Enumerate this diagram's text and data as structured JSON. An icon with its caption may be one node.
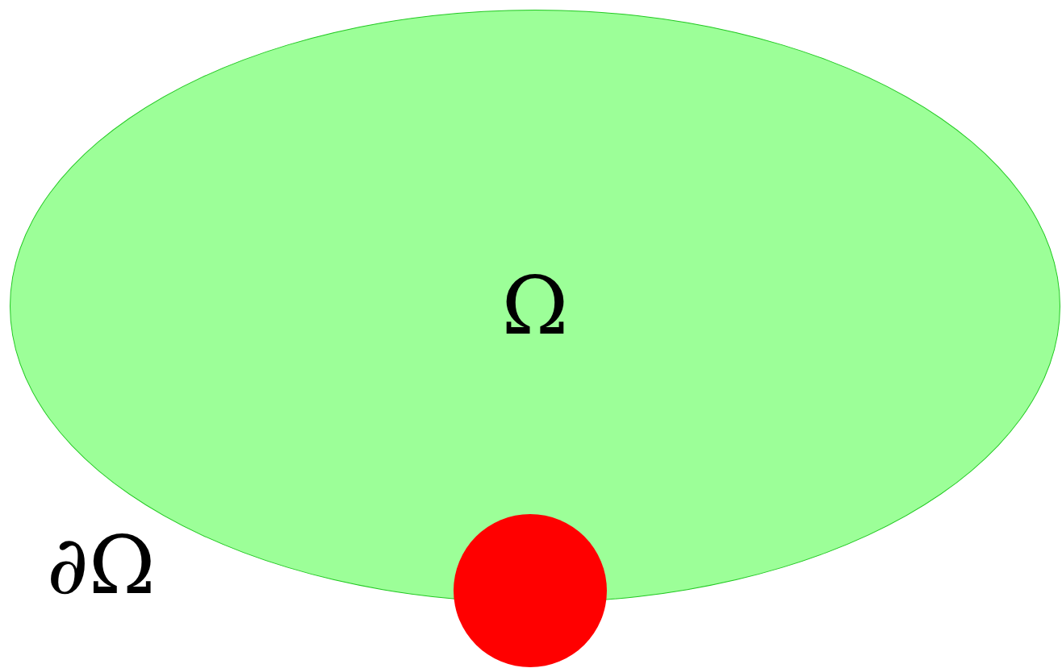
{
  "diagram": {
    "nodes": [
      {
        "text": [
          "Ω"
        ]
      },
      {
        "text": [],
        "shape": "circle"
      }
    ],
    "labels": [
      "∂Ω"
    ]
  }
}
